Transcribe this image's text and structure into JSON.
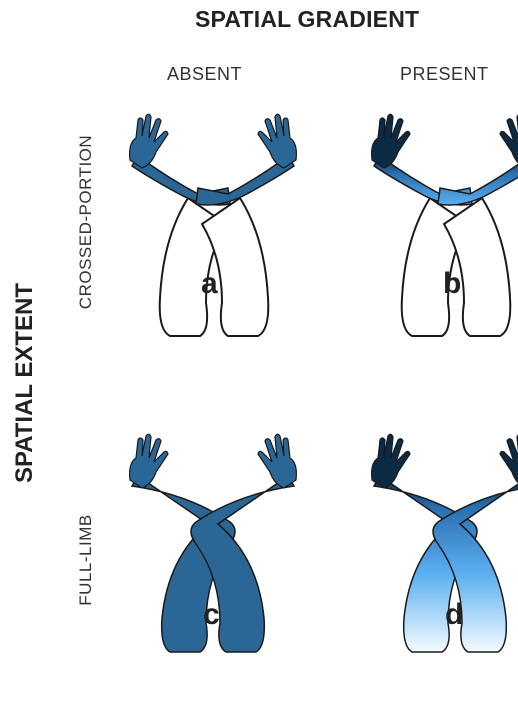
{
  "header": {
    "title": "SPATIAL GRADIENT",
    "columns": [
      "ABSENT",
      "PRESENT"
    ]
  },
  "side": {
    "title": "SPATIAL EXTENT",
    "rows": [
      "CROSSED-PORTION",
      "FULL-LIMB"
    ]
  },
  "panels": [
    {
      "letter": "a",
      "extent": "crossed-portion",
      "gradient": "absent"
    },
    {
      "letter": "b",
      "extent": "crossed-portion",
      "gradient": "present"
    },
    {
      "letter": "c",
      "extent": "full-limb",
      "gradient": "absent"
    },
    {
      "letter": "d",
      "extent": "full-limb",
      "gradient": "present"
    }
  ],
  "colors": {
    "solid": "#2a6796",
    "dark": "#0b2a44",
    "light": "#4a9de0",
    "outline": "#1a1a1a"
  }
}
